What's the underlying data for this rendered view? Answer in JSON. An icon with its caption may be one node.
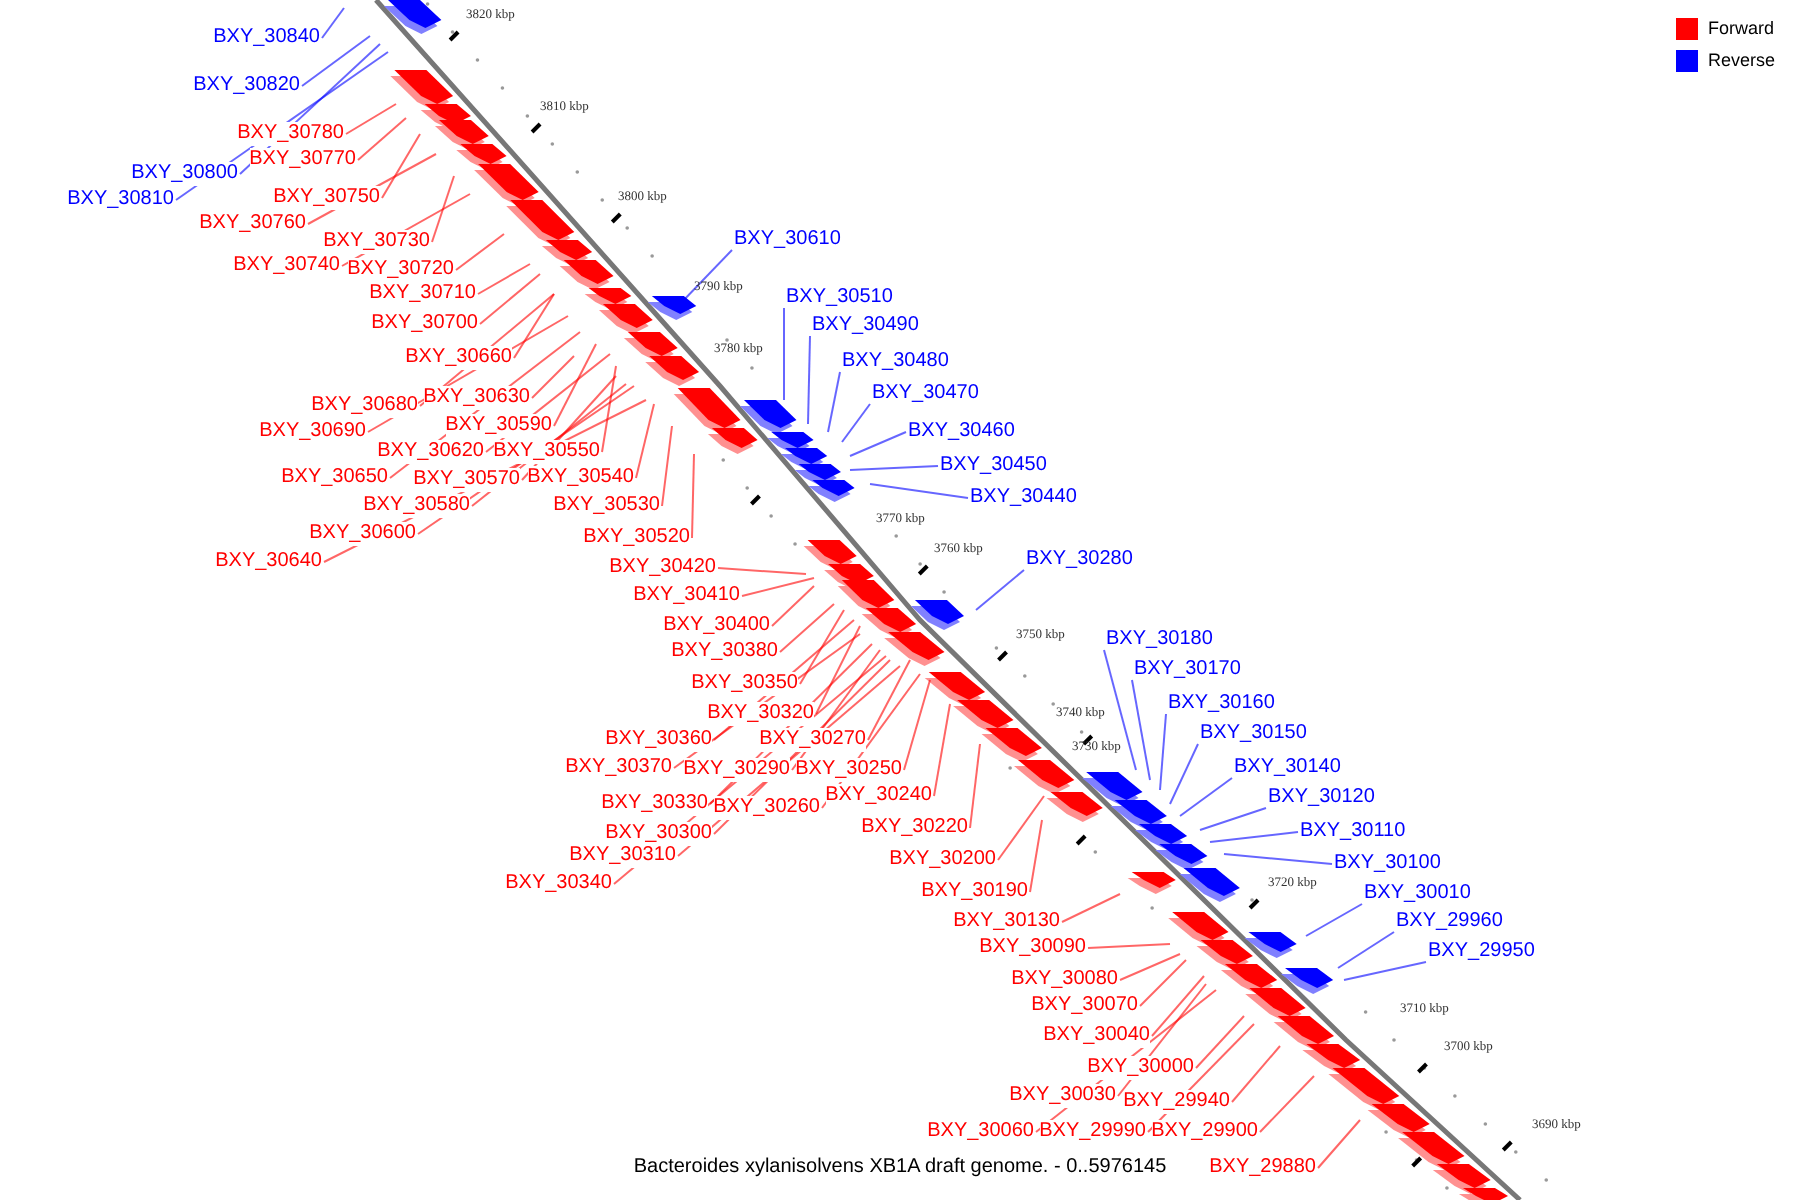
{
  "diagram": {
    "caption": "Bacteroides xylanisolvens XB1A draft genome. - 0..5976145",
    "nodes": [
      {
        "text": [
          "BXY_30840"
        ]
      },
      {
        "text": [
          "BXY_30820"
        ]
      },
      {
        "text": [
          "BXY_30780"
        ]
      },
      {
        "text": [
          "BXY_30770"
        ]
      },
      {
        "text": [
          "BXY_30800"
        ]
      },
      {
        "text": [
          "BXY_30810"
        ]
      },
      {
        "text": [
          "BXY_30750"
        ]
      },
      {
        "text": [
          "BXY_30760"
        ]
      },
      {
        "text": [
          "BXY_30730"
        ]
      },
      {
        "text": [
          "BXY_30740"
        ]
      },
      {
        "text": [
          "BXY_30720"
        ]
      },
      {
        "text": [
          "BXY_30710"
        ]
      },
      {
        "text": [
          "BXY_30700"
        ]
      },
      {
        "text": [
          "BXY_30660"
        ]
      },
      {
        "text": [
          "BXY_30630"
        ]
      },
      {
        "text": [
          "BXY_30680"
        ]
      },
      {
        "text": [
          "BXY_30590"
        ]
      },
      {
        "text": [
          "BXY_30690"
        ]
      },
      {
        "text": [
          "BXY_30620"
        ]
      },
      {
        "text": [
          "BXY_30550"
        ]
      },
      {
        "text": [
          "BXY_30570"
        ]
      },
      {
        "text": [
          "BXY_30650"
        ]
      },
      {
        "text": [
          "BXY_30540"
        ]
      },
      {
        "text": [
          "BXY_30580"
        ]
      },
      {
        "text": [
          "BXY_30530"
        ]
      },
      {
        "text": [
          "BXY_30600"
        ]
      },
      {
        "text": [
          "BXY_30520"
        ]
      },
      {
        "text": [
          "BXY_30640"
        ]
      },
      {
        "text": [
          "BXY_30420"
        ]
      },
      {
        "text": [
          "BXY_30410"
        ]
      },
      {
        "text": [
          "BXY_30400"
        ]
      },
      {
        "text": [
          "BXY_30380"
        ]
      },
      {
        "text": [
          "BXY_30350"
        ]
      },
      {
        "text": [
          "BXY_30320"
        ]
      },
      {
        "text": [
          "BXY_30360"
        ]
      },
      {
        "text": [
          "BXY_30270"
        ]
      },
      {
        "text": [
          "BXY_30370"
        ]
      },
      {
        "text": [
          "BXY_30290"
        ]
      },
      {
        "text": [
          "BXY_30250"
        ]
      },
      {
        "text": [
          "BXY_30240"
        ]
      },
      {
        "text": [
          "BXY_30330"
        ]
      },
      {
        "text": [
          "BXY_30260"
        ]
      },
      {
        "text": [
          "BXY_30220"
        ]
      },
      {
        "text": [
          "BXY_30300"
        ]
      },
      {
        "text": [
          "BXY_30310"
        ]
      },
      {
        "text": [
          "BXY_30200"
        ]
      },
      {
        "text": [
          "BXY_30340"
        ]
      },
      {
        "text": [
          "BXY_30190"
        ]
      },
      {
        "text": [
          "BXY_30130"
        ]
      },
      {
        "text": [
          "BXY_30090"
        ]
      },
      {
        "text": [
          "BXY_30080"
        ]
      },
      {
        "text": [
          "BXY_30070"
        ]
      },
      {
        "text": [
          "BXY_30040"
        ]
      },
      {
        "text": [
          "BXY_30000"
        ]
      },
      {
        "text": [
          "BXY_30030"
        ]
      },
      {
        "text": [
          "BXY_29940"
        ]
      },
      {
        "text": [
          "BXY_30060"
        ]
      },
      {
        "text": [
          "BXY_29990"
        ]
      },
      {
        "text": [
          "BXY_29900"
        ]
      },
      {
        "text": [
          "BXY_29880"
        ]
      },
      {
        "text": [
          "BXY_30610"
        ]
      },
      {
        "text": [
          "BXY_30510"
        ]
      },
      {
        "text": [
          "BXY_30490"
        ]
      },
      {
        "text": [
          "BXY_30480"
        ]
      },
      {
        "text": [
          "BXY_30470"
        ]
      },
      {
        "text": [
          "BXY_30460"
        ]
      },
      {
        "text": [
          "BXY_30450"
        ]
      },
      {
        "text": [
          "BXY_30440"
        ]
      },
      {
        "text": [
          "BXY_30280"
        ]
      },
      {
        "text": [
          "BXY_30180"
        ]
      },
      {
        "text": [
          "BXY_30170"
        ]
      },
      {
        "text": [
          "BXY_30160"
        ]
      },
      {
        "text": [
          "BXY_30150"
        ]
      },
      {
        "text": [
          "BXY_30140"
        ]
      },
      {
        "text": [
          "BXY_30120"
        ]
      },
      {
        "text": [
          "BXY_30110"
        ]
      },
      {
        "text": [
          "BXY_30100"
        ]
      },
      {
        "text": [
          "BXY_30010"
        ]
      },
      {
        "text": [
          "BXY_29960"
        ]
      },
      {
        "text": [
          "BXY_29950"
        ]
      }
    ],
    "edges": [
      {
        "from": 0,
        "to": null,
        "arrow": "none",
        "color": "#0000ff"
      },
      {
        "from": 1,
        "to": null,
        "arrow": "none",
        "color": "#0000ff"
      },
      {
        "from": 2,
        "to": null,
        "arrow": "none"
      },
      {
        "from": 3,
        "to": null,
        "arrow": "none"
      },
      {
        "from": 4,
        "to": null,
        "arrow": "none",
        "color": "#0000ff"
      },
      {
        "from": 5,
        "to": null,
        "arrow": "none",
        "color": "#0000ff"
      },
      {
        "from": 6,
        "to": null,
        "arrow": "none"
      },
      {
        "from": 7,
        "to": null,
        "arrow": "none"
      },
      {
        "from": 8,
        "to": null,
        "arrow": "none"
      },
      {
        "from": 9,
        "to": null,
        "arrow": "none"
      },
      {
        "from": 10,
        "to": null,
        "arrow": "none"
      },
      {
        "from": 11,
        "to": null,
        "arrow": "none"
      },
      {
        "from": 12,
        "to": null,
        "arrow": "none"
      },
      {
        "from": 13,
        "to": null,
        "arrow": "none"
      },
      {
        "from": 14,
        "to": null,
        "arrow": "none"
      },
      {
        "from": 15,
        "to": null,
        "arrow": "none"
      },
      {
        "from": 16,
        "to": null,
        "arrow": "none"
      },
      {
        "from": 17,
        "to": null,
        "arrow": "none"
      },
      {
        "from": 18,
        "to": null,
        "arrow": "none"
      },
      {
        "from": 19,
        "to": null,
        "arrow": "none"
      },
      {
        "from": 20,
        "to": null,
        "arrow": "none"
      },
      {
        "from": 21,
        "to": null,
        "arrow": "none"
      },
      {
        "from": 22,
        "to": null,
        "arrow": "none"
      },
      {
        "from": 23,
        "to": null,
        "arrow": "none"
      },
      {
        "from": 24,
        "to": null,
        "arrow": "none"
      },
      {
        "from": 25,
        "to": null,
        "arrow": "none"
      },
      {
        "from": 26,
        "to": null,
        "arrow": "none"
      },
      {
        "from": 27,
        "to": null,
        "arrow": "none"
      },
      {
        "from": 28,
        "to": null,
        "arrow": "none"
      },
      {
        "from": 29,
        "to": null,
        "arrow": "none"
      },
      {
        "from": 30,
        "to": null,
        "arrow": "none"
      },
      {
        "from": 31,
        "to": null,
        "arrow": "none"
      },
      {
        "from": 32,
        "to": null,
        "arrow": "none"
      },
      {
        "from": 33,
        "to": null,
        "arrow": "none"
      },
      {
        "from": 34,
        "to": null,
        "arrow": "none"
      },
      {
        "from": 35,
        "to": null,
        "arrow": "none"
      },
      {
        "from": 36,
        "to": null,
        "arrow": "none"
      },
      {
        "from": 37,
        "to": null,
        "arrow": "none"
      },
      {
        "from": 38,
        "to": null,
        "arrow": "none"
      },
      {
        "from": 39,
        "to": null,
        "arrow": "none"
      },
      {
        "from": 40,
        "to": null,
        "arrow": "none"
      },
      {
        "from": 41,
        "to": null,
        "arrow": "none"
      },
      {
        "from": 42,
        "to": null,
        "arrow": "none"
      },
      {
        "from": 43,
        "to": null,
        "arrow": "none"
      },
      {
        "from": 44,
        "to": null,
        "arrow": "none"
      },
      {
        "from": 45,
        "to": null,
        "arrow": "none"
      },
      {
        "from": 46,
        "to": null,
        "arrow": "none"
      },
      {
        "from": 47,
        "to": null,
        "arrow": "none"
      },
      {
        "from": 48,
        "to": null,
        "arrow": "none"
      },
      {
        "from": 49,
        "to": null,
        "arrow": "none"
      },
      {
        "from": 50,
        "to": null,
        "arrow": "none"
      },
      {
        "from": 51,
        "to": null,
        "arrow": "none"
      },
      {
        "from": 52,
        "to": null,
        "arrow": "none"
      },
      {
        "from": 53,
        "to": null,
        "arrow": "none"
      },
      {
        "from": 54,
        "to": null,
        "arrow": "none"
      },
      {
        "from": 55,
        "to": null,
        "arrow": "none"
      },
      {
        "from": 56,
        "to": null,
        "arrow": "none"
      },
      {
        "from": 57,
        "to": null,
        "arrow": "none"
      },
      {
        "from": 58,
        "to": null,
        "arrow": "none"
      },
      {
        "from": 59,
        "to": null,
        "arrow": "none"
      },
      {
        "from": 60,
        "to": null,
        "arrow": "none",
        "color": "#0000ff"
      },
      {
        "from": 61,
        "to": null,
        "arrow": "none",
        "color": "#0000ff"
      },
      {
        "from": 62,
        "to": null,
        "arrow": "none",
        "color": "#0000ff"
      },
      {
        "from": 63,
        "to": null,
        "arrow": "none",
        "color": "#0000ff"
      },
      {
        "from": 64,
        "to": null,
        "arrow": "none",
        "color": "#0000ff"
      },
      {
        "from": 65,
        "to": null,
        "arrow": "none",
        "color": "#0000ff"
      },
      {
        "from": 66,
        "to": null,
        "arrow": "none",
        "color": "#0000ff"
      },
      {
        "from": 67,
        "to": null,
        "arrow": "none",
        "color": "#0000ff"
      },
      {
        "from": 68,
        "to": null,
        "arrow": "none",
        "color": "#0000ff"
      },
      {
        "from": 69,
        "to": null,
        "arrow": "none",
        "color": "#0000ff"
      },
      {
        "from": 70,
        "to": null,
        "arrow": "none",
        "color": "#0000ff"
      },
      {
        "from": 71,
        "to": null,
        "arrow": "none",
        "color": "#0000ff"
      },
      {
        "from": 72,
        "to": null,
        "arrow": "none",
        "color": "#0000ff"
      },
      {
        "from": 73,
        "to": null,
        "arrow": "none",
        "color": "#0000ff"
      },
      {
        "from": 74,
        "to": null,
        "arrow": "none",
        "color": "#0000ff"
      },
      {
        "from": 75,
        "to": null,
        "arrow": "none",
        "color": "#0000ff"
      },
      {
        "from": 76,
        "to": null,
        "arrow": "none",
        "color": "#0000ff"
      },
      {
        "from": 77,
        "to": null,
        "arrow": "none",
        "color": "#0000ff"
      },
      {
        "from": 78,
        "to": null,
        "arrow": "none",
        "color": "#0000ff"
      },
      {
        "from": 79,
        "to": null,
        "arrow": "none",
        "color": "#0000ff"
      }
    ],
    "labels": [
      "3820 kbp",
      "3810 kbp",
      "3800 kbp",
      "3790 kbp",
      "3780 kbp",
      "3770 kbp",
      "3760 kbp",
      "3750 kbp",
      "3740 kbp",
      "3730 kbp",
      "3720 kbp",
      "3710 kbp",
      "3700 kbp",
      "3690 kbp"
    ],
    "legend": [
      {
        "text": "Forward",
        "color": "#ff0000"
      },
      {
        "text": "Reverse",
        "color": "#0000ff"
      }
    ]
  }
}
